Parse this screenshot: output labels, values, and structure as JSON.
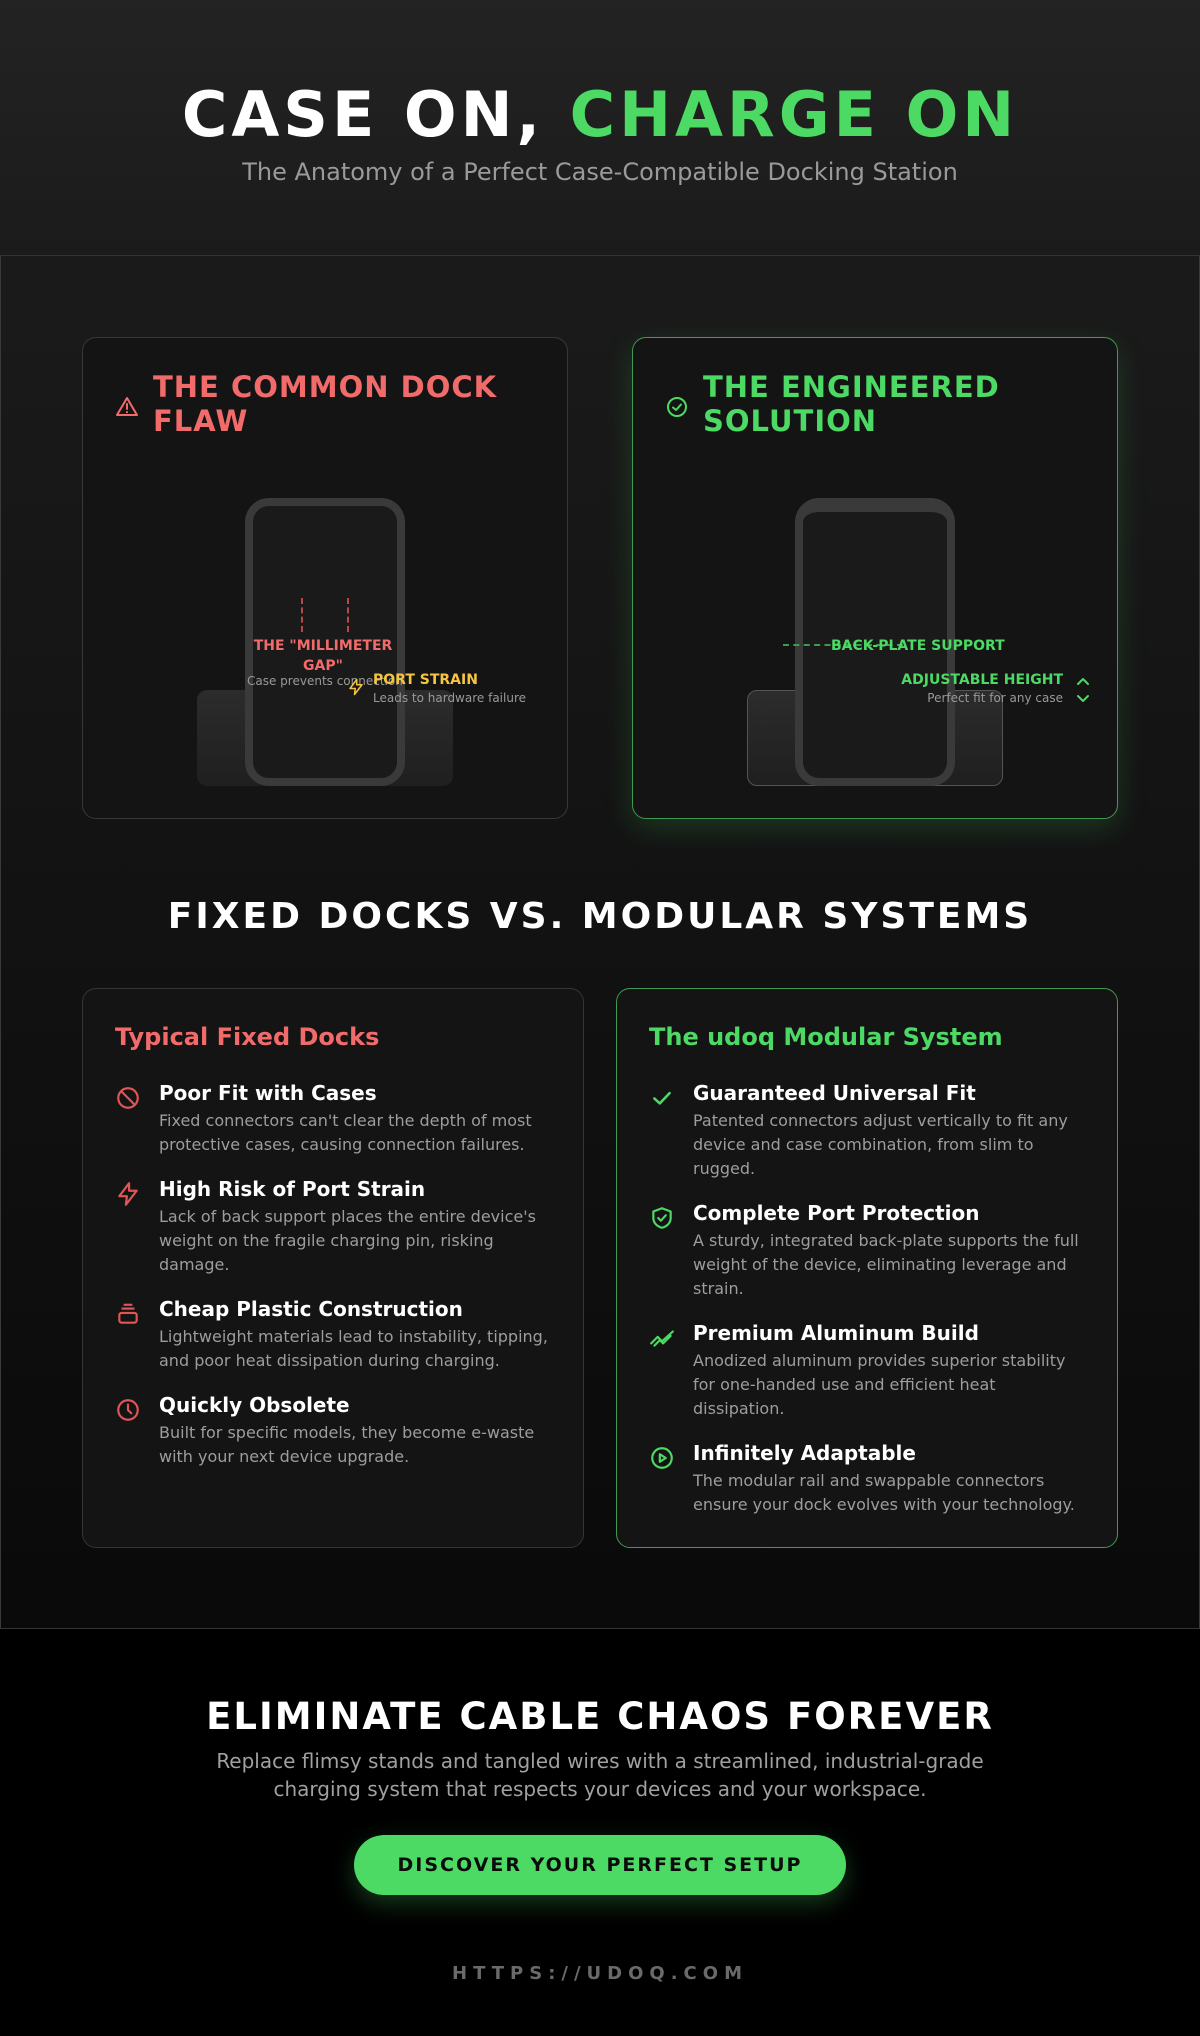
{
  "colors": {
    "accent": "#4cd964",
    "warning": "#f26b6b",
    "alert": "#f5c542",
    "muted": "#9a9a9a"
  },
  "header": {
    "title_main": "CASE ON, ",
    "title_accent": "CHARGE ON",
    "subtitle": "The Anatomy of a Perfect Case-Compatible Docking Station"
  },
  "flaw_card": {
    "icon": "warning-triangle-icon",
    "title": "THE COMMON DOCK FLAW",
    "gap_label": "THE \"MILLIMETER GAP\"",
    "gap_sub": "Case prevents connection",
    "strain_label": "PORT STRAIN",
    "strain_sub": "Leads to hardware failure"
  },
  "solution_card": {
    "icon": "check-circle-icon",
    "title": "THE ENGINEERED SOLUTION",
    "back_label": "BACK-PLATE SUPPORT",
    "adjust_label": "ADJUSTABLE HEIGHT",
    "adjust_sub": "Perfect fit for any case"
  },
  "section_title": "FIXED DOCKS VS. MODULAR SYSTEMS",
  "fixed": {
    "title": "Typical Fixed Docks",
    "items": [
      {
        "icon": "ban-icon",
        "title": "Poor Fit with Cases",
        "desc": "Fixed connectors can't clear the depth of most protective cases, causing connection failures."
      },
      {
        "icon": "bolt-icon",
        "title": "High Risk of Port Strain",
        "desc": "Lack of back support places the entire device's weight on the fragile charging pin, risking damage."
      },
      {
        "icon": "layers-icon",
        "title": "Cheap Plastic Construction",
        "desc": "Lightweight materials lead to instability, tipping, and poor heat dissipation during charging."
      },
      {
        "icon": "clock-icon",
        "title": "Quickly Obsolete",
        "desc": "Built for specific models, they become e-waste with your next device upgrade."
      }
    ]
  },
  "modular": {
    "title": "The udoq Modular System",
    "items": [
      {
        "icon": "check-icon",
        "title": "Guaranteed Universal Fit",
        "desc": "Patented connectors adjust vertically to fit any device and case combination, from slim to rugged."
      },
      {
        "icon": "shield-check-icon",
        "title": "Complete Port Protection",
        "desc": "A sturdy, integrated back-plate supports the full weight of the device, eliminating leverage and strain."
      },
      {
        "icon": "trend-icon",
        "title": "Premium Aluminum Build",
        "desc": "Anodized aluminum provides superior stability for one-handed use and efficient heat dissipation."
      },
      {
        "icon": "play-circle-icon",
        "title": "Infinitely Adaptable",
        "desc": "The modular rail and swappable connectors ensure your dock evolves with your technology."
      }
    ]
  },
  "cta": {
    "title": "ELIMINATE CABLE CHAOS FOREVER",
    "text": "Replace flimsy stands and tangled wires with a streamlined, industrial-grade charging system that respects your devices and your workspace.",
    "button": "DISCOVER YOUR PERFECT SETUP",
    "url": "HTTPS://UDOQ.COM"
  }
}
